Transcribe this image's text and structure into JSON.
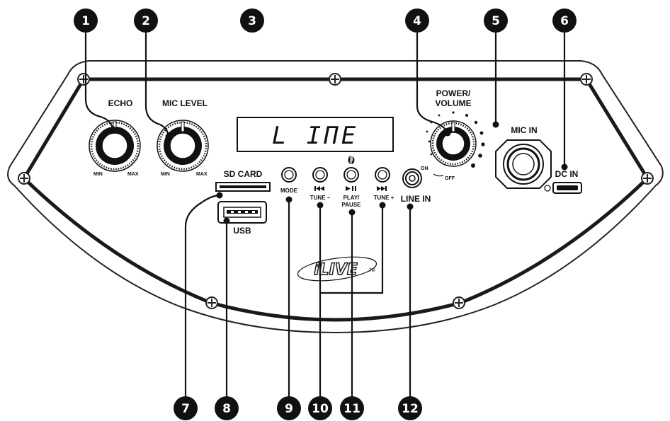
{
  "callouts": [
    "1",
    "2",
    "3",
    "4",
    "5",
    "6",
    "7",
    "8",
    "9",
    "10",
    "11",
    "12"
  ],
  "panel": {
    "echo_label": "ECHO",
    "mic_level_label": "MIC LEVEL",
    "min_label": "MIN",
    "max_label": "MAX",
    "display_text": "L IΠE",
    "power_volume_line1": "POWER/",
    "power_volume_line2": "VOLUME",
    "on_label": "ON",
    "off_label": "OFF",
    "mic_in_label": "MIC IN",
    "dc_in_label": "DC IN",
    "sd_card_label": "SD CARD",
    "usb_label": "USB",
    "mode_label": "MODE",
    "tune_minus_label": "TUNE –",
    "play_pause_line1": "PLAY/",
    "play_pause_line2": "PAUSE",
    "tune_plus_label": "TUNE +",
    "line_in_label": "LINE IN",
    "brand_logo_text": "iLIVE",
    "trademark": "TM",
    "prev_icon": "skip-back-icon",
    "play_icon": "play-pause-icon",
    "next_icon": "skip-forward-icon",
    "bt_icon": "bluetooth-icon"
  }
}
